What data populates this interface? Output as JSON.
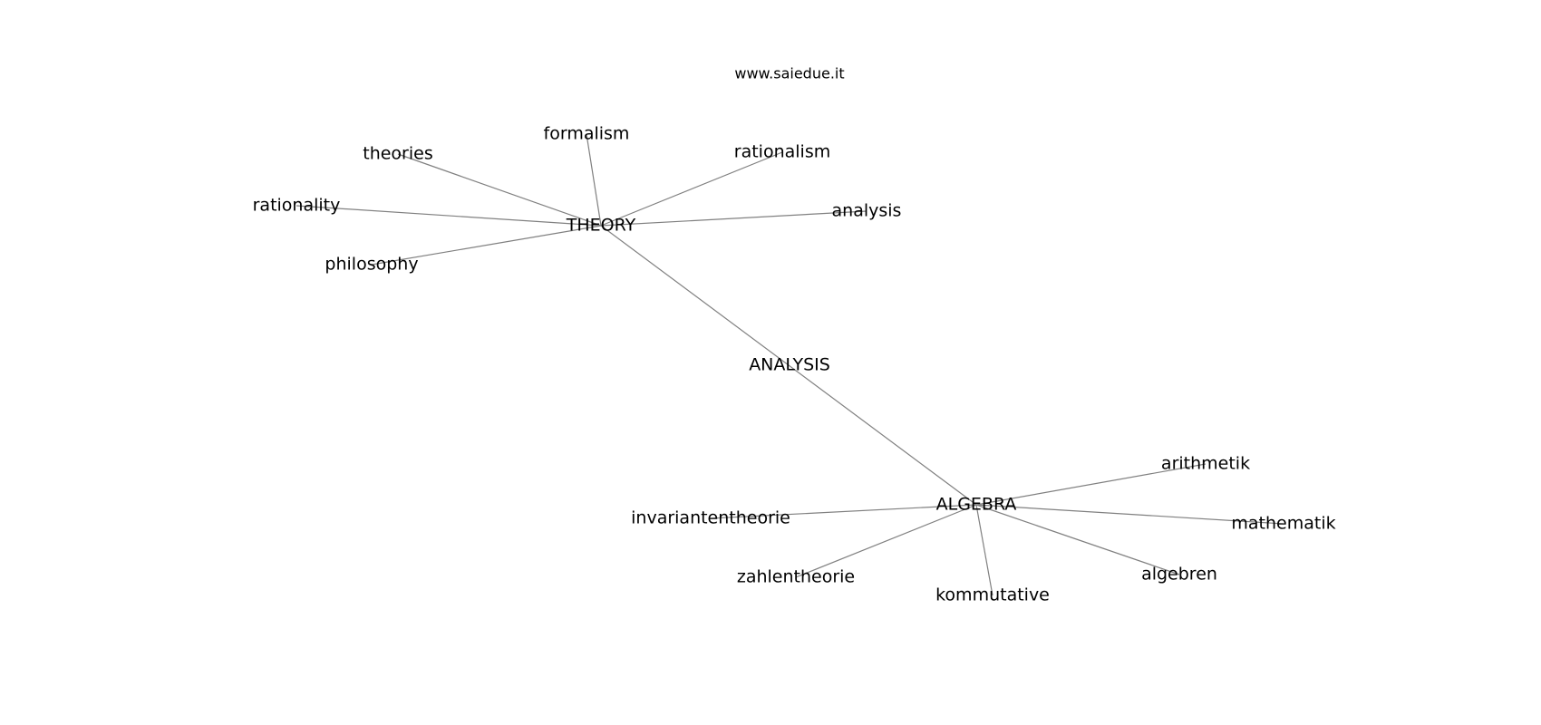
{
  "site": "www.saiedue.it",
  "nodes": {
    "theory": "THEORY",
    "analysis_hub": "ANALYSIS",
    "algebra": "ALGEBRA",
    "formalism": "formalism",
    "theories": "theories",
    "rationalism": "rationalism",
    "rationality": "rationality",
    "analysis": "analysis",
    "philosophy": "philosophy",
    "arithmetik": "arithmetik",
    "invariantentheorie": "invariantentheorie",
    "mathematik": "mathematik",
    "algebren": "algebren",
    "zahlentheorie": "zahlentheorie",
    "kommutative": "kommutative"
  },
  "edges": [
    [
      "theory",
      "formalism"
    ],
    [
      "theory",
      "theories"
    ],
    [
      "theory",
      "rationalism"
    ],
    [
      "theory",
      "rationality"
    ],
    [
      "theory",
      "analysis"
    ],
    [
      "theory",
      "philosophy"
    ],
    [
      "theory",
      "algebra"
    ],
    [
      "algebra",
      "arithmetik"
    ],
    [
      "algebra",
      "invariantentheorie"
    ],
    [
      "algebra",
      "mathematik"
    ],
    [
      "algebra",
      "algebren"
    ],
    [
      "algebra",
      "zahlentheorie"
    ],
    [
      "algebra",
      "kommutative"
    ]
  ],
  "colors": {
    "edge": "#808080",
    "text": "#000000",
    "background": "#ffffff"
  }
}
